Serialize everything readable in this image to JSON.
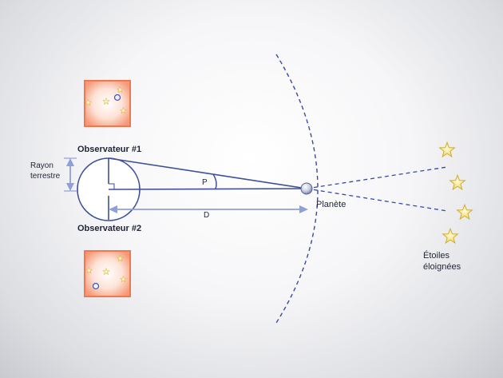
{
  "labels": {
    "observer1": "Observateur #1",
    "observer2": "Observateur #2",
    "earth_radius_line1": "Rayon",
    "earth_radius_line2": "terrestre",
    "angle_p": "P",
    "distance_d": "D",
    "planet": "Planète",
    "stars_line1": "Étoiles",
    "stars_line2": "éloignées"
  },
  "colors": {
    "line": "#3f4f9a",
    "dashed": "#3848a8",
    "panel_border": "#f07850",
    "panel_fill": "#fde8e0",
    "star_fill": "#f3dc5a",
    "arrow": "#8fa0d8"
  }
}
